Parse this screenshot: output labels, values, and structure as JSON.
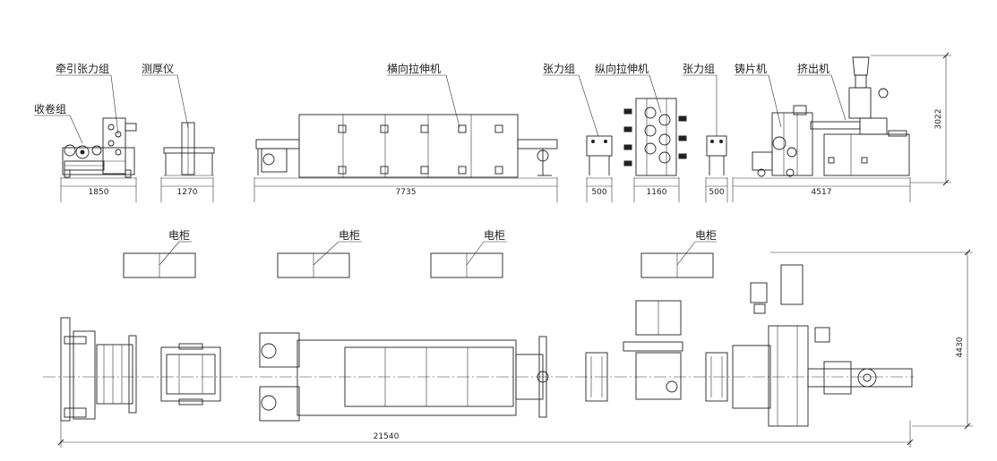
{
  "labels": {
    "winder": "收卷组",
    "haul_off_tension": "牵引张力组",
    "thickness_gauge": "测厚仪",
    "tdo": "横向拉伸机",
    "tension_1": "张力组",
    "mdo": "纵向拉伸机",
    "tension_2": "张力组",
    "casting": "铸片机",
    "extruder": "挤出机"
  },
  "cabinets": [
    "电柜",
    "电柜",
    "电柜",
    "电柜"
  ],
  "dimensions": {
    "winder_width": "1850",
    "gauge_width": "1270",
    "tdo_width": "7735",
    "tension1_width": "500",
    "mdo_width": "1160",
    "tension2_width": "500",
    "extruder_width": "4517",
    "height": "3022",
    "plan_width": "4430",
    "total_length": "21540"
  }
}
